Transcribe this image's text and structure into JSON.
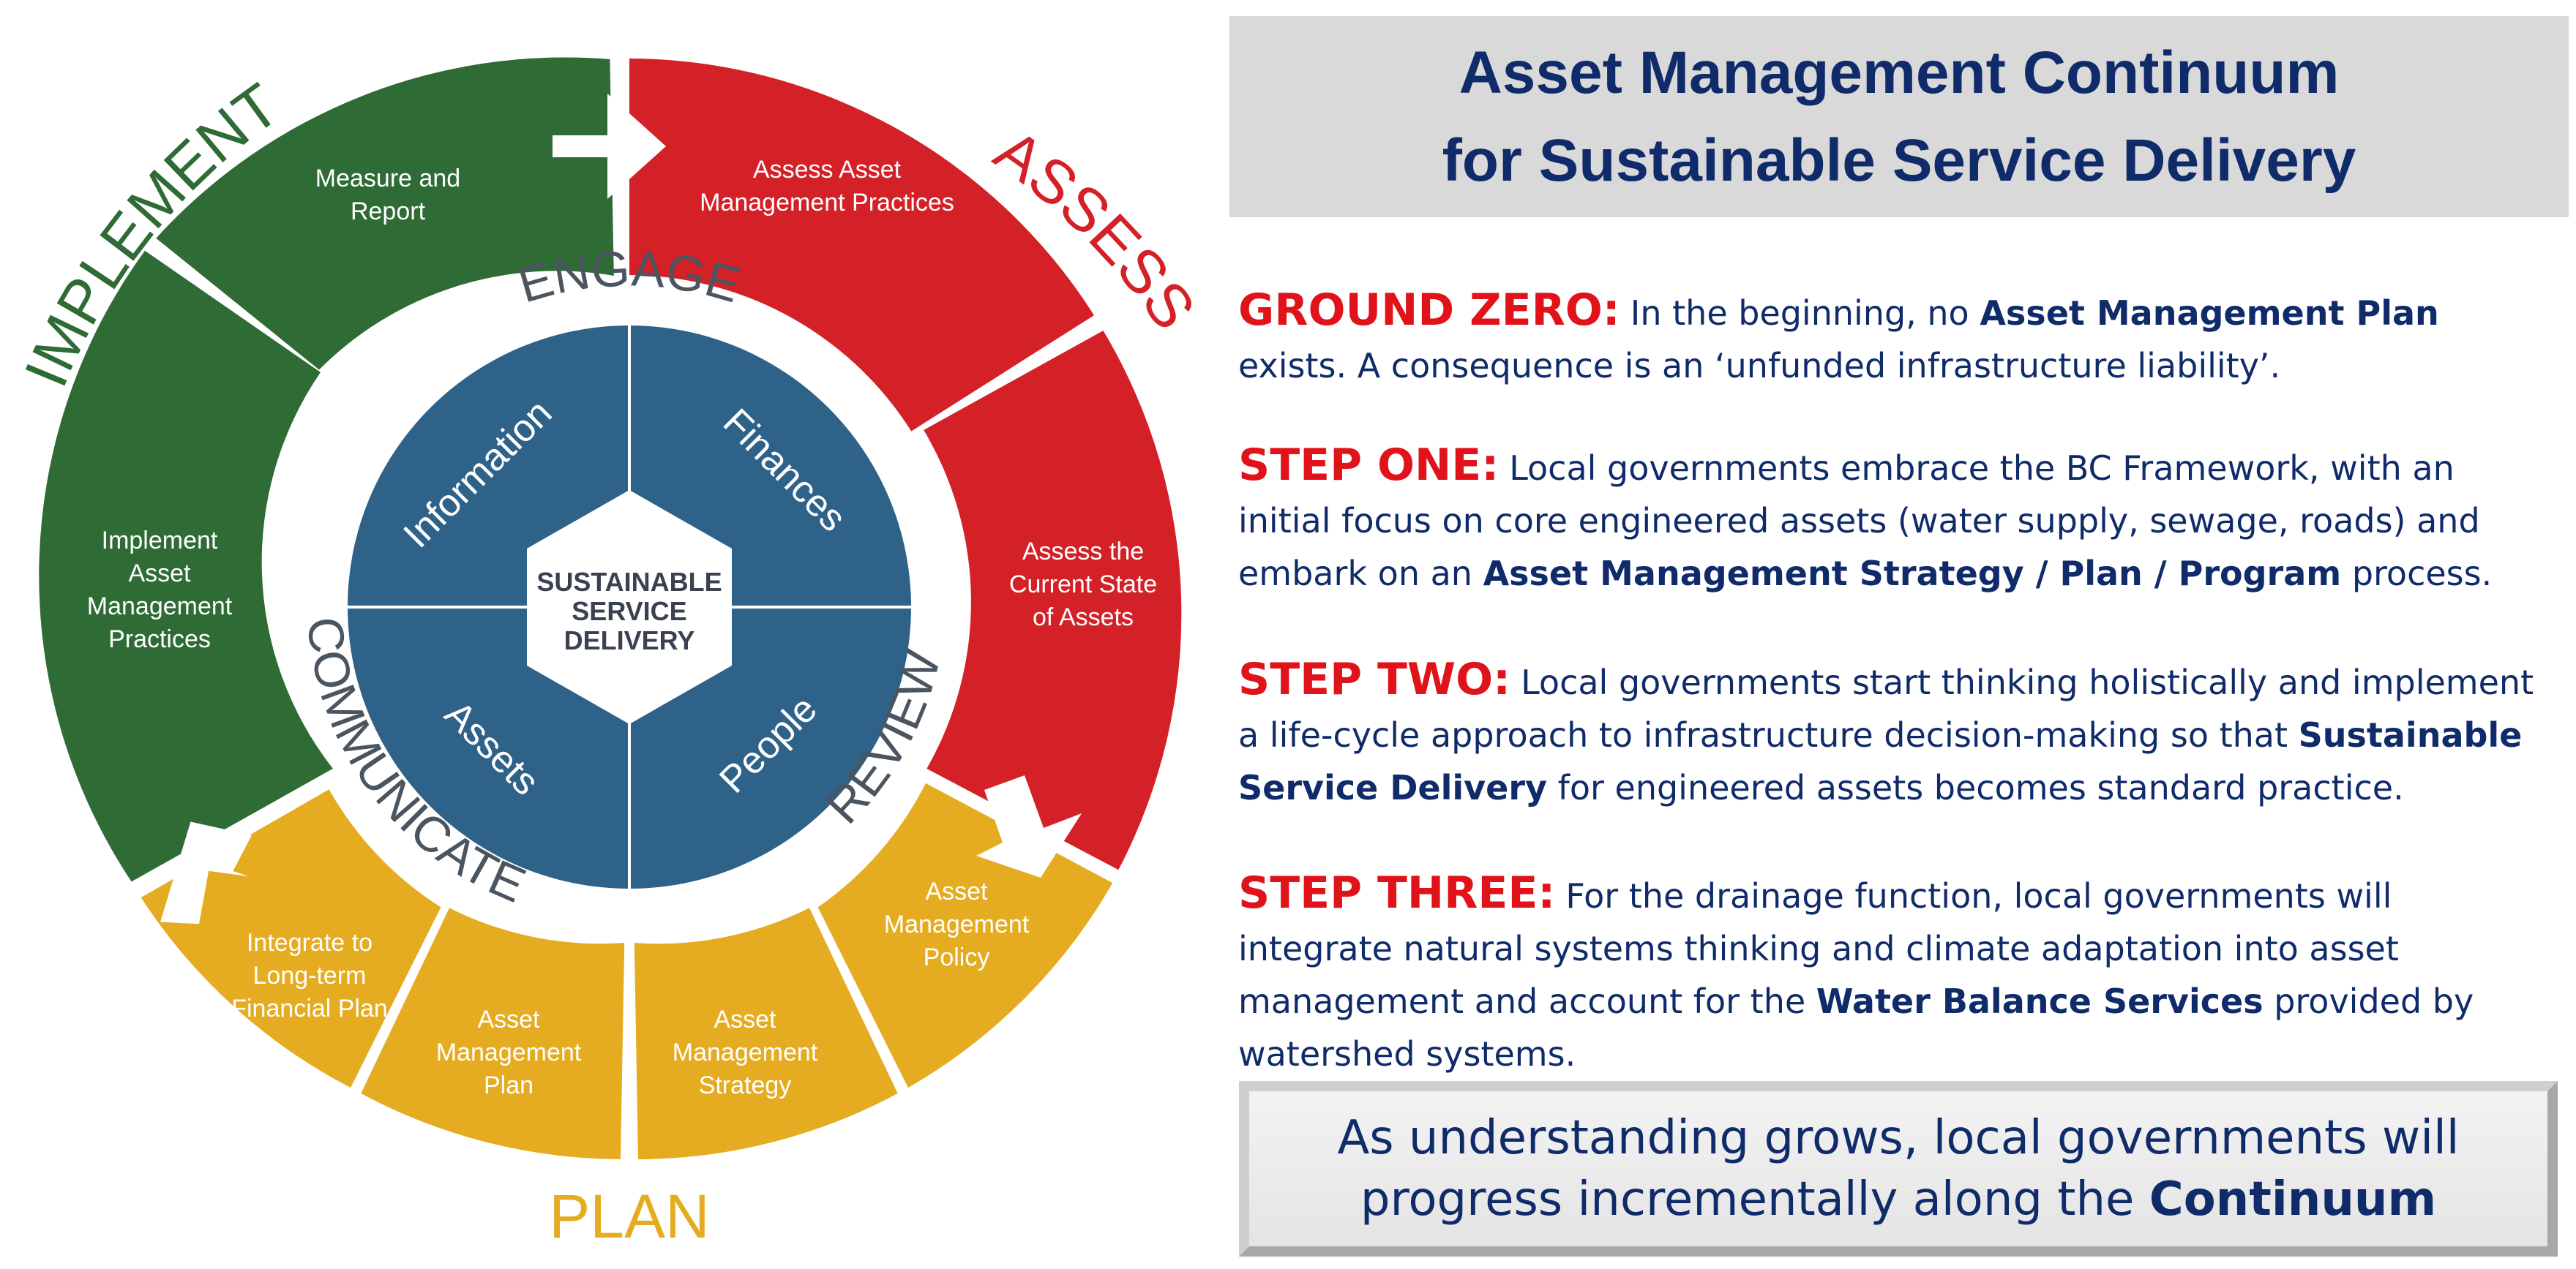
{
  "diagram": {
    "phases": {
      "implement": "IMPLEMENT",
      "assess": "ASSESS",
      "plan": "PLAN"
    },
    "ring": {
      "engage": "ENGAGE",
      "communicate": "COMMUNICATE",
      "review": "REVIEW"
    },
    "quadrants": {
      "information": "Information",
      "finances": "Finances",
      "assets": "Assets",
      "people": "People"
    },
    "center": [
      "SUSTAINABLE",
      "SERVICE",
      "DELIVERY"
    ],
    "segments": {
      "measure": [
        "Measure and",
        "Report"
      ],
      "assess_practices": [
        "Assess Asset",
        "Management Practices"
      ],
      "assess_state": [
        "Assess the",
        "Current State",
        "of Assets"
      ],
      "policy": [
        "Asset",
        "Management",
        "Policy"
      ],
      "strategy": [
        "Asset",
        "Management",
        "Strategy"
      ],
      "plan": [
        "Asset",
        "Management",
        "Plan"
      ],
      "integrate": [
        "Integrate to",
        "Long-term",
        "Financial Plan"
      ],
      "implement": [
        "Implement",
        "Asset",
        "Management",
        "Practices"
      ]
    },
    "colors": {
      "green": "#2e6b35",
      "red": "#d42027",
      "yellow": "#e5ac22",
      "blue": "#2f6288"
    }
  },
  "title": {
    "line1": "Asset Management Continuum",
    "line2": "for Sustainable Service Delivery"
  },
  "steps": {
    "zero": {
      "heading": "GROUND ZERO:",
      "t1": "In the beginning, no ",
      "b1": "Asset Management Plan",
      "t2": " exists. A consequence is an ‘unfunded infrastructure liability’."
    },
    "one": {
      "heading": "STEP ONE:",
      "t1": "Local governments embrace the BC Framework, with an initial focus on core engineered assets (water supply, sewage, roads) and embark on an ",
      "b1": "Asset Management Strategy / Plan / Program",
      "t2": " process."
    },
    "two": {
      "heading": "STEP TWO:",
      "t1": "Local governments start thinking holistically and implement a life-cycle approach to infrastructure decision-making so that ",
      "b1": "Sustainable Service Delivery",
      "t2": " for engineered assets becomes standard practice."
    },
    "three": {
      "heading": "STEP THREE:",
      "t1": "For the drainage function, local governments will integrate natural systems thinking and climate adaptation into asset management and account for the ",
      "b1": "Water Balance Services",
      "t2": " provided by watershed systems."
    }
  },
  "footer": {
    "line1": "As understanding grows, local governments will",
    "line2_prefix": "progress incrementally along the ",
    "line2_bold": "Continuum"
  }
}
